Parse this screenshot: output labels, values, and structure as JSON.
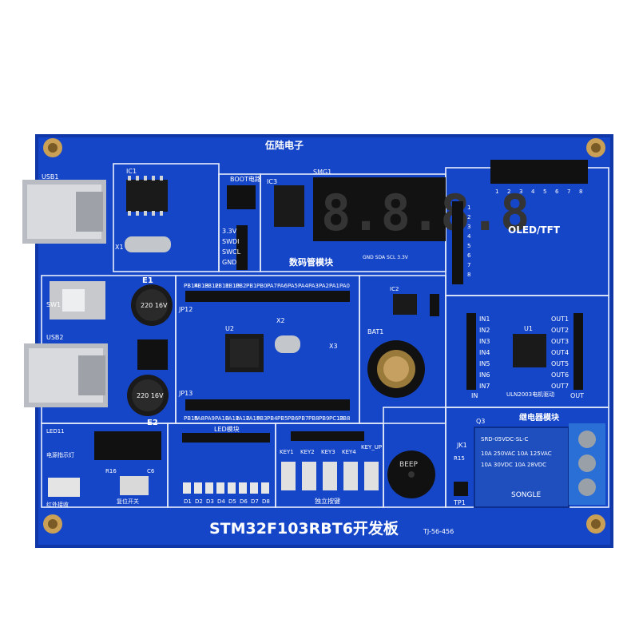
{
  "board": {
    "title": "STM32F103RBT6开发板",
    "model_code": "TJ-56-456",
    "brand": "伍陆电子",
    "pcb_color": "#1646c8",
    "pcb_edge_color": "#0f37a8"
  },
  "labels": {
    "usb1": "USB1",
    "usb2": "USB2",
    "ic1": "IC1",
    "x1": "X1",
    "boot": "BOOT电路",
    "swd": [
      "3.3V",
      "SWDI",
      "SWCL",
      "GND"
    ],
    "ic3": "IC3",
    "smg1": "SMG1",
    "smg_title": "数码管模块",
    "oled": "OLED/TFT",
    "oled_pins": [
      "1",
      "2",
      "3",
      "4",
      "5",
      "6",
      "7",
      "8"
    ],
    "smg_pins": [
      "1",
      "2",
      "3",
      "4",
      "5",
      "6",
      "7",
      "8"
    ],
    "i2c_pins": "GND SDA SCL 3.3V",
    "ic2": "IC2",
    "e1": "E1",
    "e2": "E2",
    "cap_text": "220 16V",
    "jp12": "JP12",
    "jp13": "JP13",
    "pb_pins_top": [
      "PB14",
      "PB13",
      "PB12",
      "PB11",
      "PB10",
      "PB2",
      "PB1",
      "PB0",
      "PA7",
      "PA6",
      "PA5",
      "PA4",
      "PA3",
      "PA2",
      "PA1",
      "PA0"
    ],
    "pb_pins_bottom": [
      "PB15",
      "PA8",
      "PA9",
      "PA10",
      "PA11",
      "PA12",
      "PA15",
      "PB3",
      "PB4",
      "PB5",
      "PB6",
      "PB7",
      "PB8",
      "PB9",
      "PC13",
      "PB8"
    ],
    "u2": "U2",
    "x2": "X2",
    "x3": "X3",
    "bat": "BAT1",
    "in_pins": [
      "IN1",
      "IN2",
      "IN3",
      "IN4",
      "IN5",
      "IN6",
      "IN7"
    ],
    "out_pins": [
      "OUT1",
      "OUT2",
      "OUT3",
      "OUT4",
      "OUT5",
      "OUT6",
      "OUT7"
    ],
    "in_label": "IN",
    "out_label": "OUT",
    "u1": "U1",
    "uln": "ULN2003电机驱动",
    "relay_title": "继电器模块",
    "relay_text": [
      "SRD-05VDC-SL-C",
      "10A 250VAC 10A 125VAC",
      "10A 30VDC 10A 28VDC",
      "SONGLE"
    ],
    "led11": "LED11",
    "power_led": "电源指示灯",
    "ir": "红外接收",
    "reset": "复位开关",
    "led_title": "LED模块",
    "led_names": [
      "D1",
      "D2",
      "D3",
      "D4",
      "D5",
      "D6",
      "D7",
      "D8"
    ],
    "keys": [
      "KEY1",
      "KEY2",
      "KEY3",
      "KEY4",
      "KEY_UP"
    ],
    "keys_title": "独立按键",
    "buzzer": "BEEP",
    "jk1": "JK1",
    "tp1": "TP1",
    "sw1": "SW1",
    "q3": "Q3",
    "r15": "R15",
    "c6": "C6",
    "r16": "R16"
  }
}
